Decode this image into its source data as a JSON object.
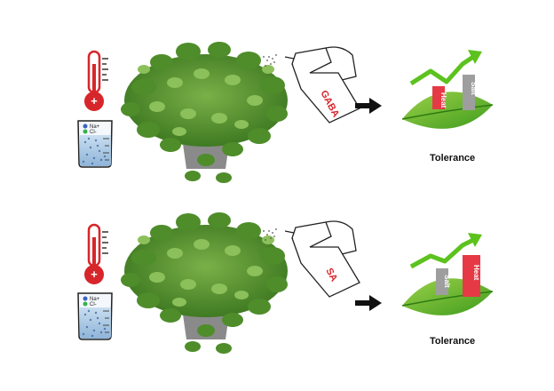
{
  "panels": [
    {
      "treatment": "GABA",
      "bars": [
        {
          "label": "Heat",
          "color": "#e63946"
        },
        {
          "label": "Salt",
          "color": "#9e9e9e"
        }
      ],
      "outcome": "Tolerance"
    },
    {
      "treatment": "SA",
      "bars": [
        {
          "label": "Salt",
          "color": "#9e9e9e"
        },
        {
          "label": "Heat",
          "color": "#e63946"
        }
      ],
      "outcome": "Tolerance"
    }
  ],
  "beaker": {
    "ion1": "Na+",
    "ion2": "Cl-"
  },
  "icons": [
    "thermometer-icon",
    "beaker-icon",
    "plant-icon",
    "spray-bottle-icon",
    "arrow-icon",
    "leaf-icon",
    "trend-arrow-icon"
  ],
  "colors": {
    "leaf": "#6ab82e",
    "arrow_green": "#5cc21d",
    "thermo_red": "#d7262b",
    "spray_red": "#d8262b"
  }
}
